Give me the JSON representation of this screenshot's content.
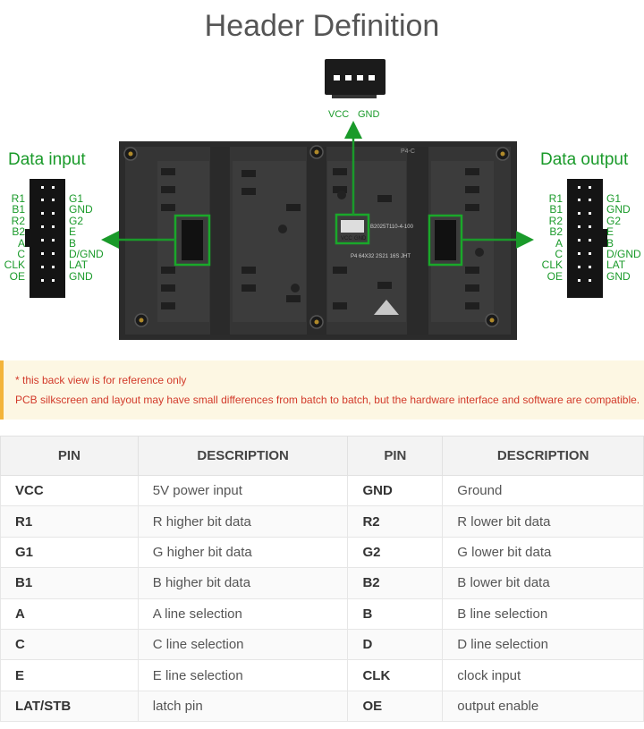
{
  "title": "Header Definition",
  "power_header": {
    "vcc": "VCC",
    "gnd": "GND"
  },
  "data_input": {
    "label": "Data input",
    "left_pins": [
      "R1",
      "B1",
      "R2",
      "B2",
      "A",
      "C",
      "CLK",
      "OE"
    ],
    "right_pins": [
      "G1",
      "GND",
      "G2",
      "E",
      "B",
      "D/GND",
      "LAT",
      "GND"
    ]
  },
  "data_output": {
    "label": "Data output",
    "left_pins": [
      "R1",
      "B1",
      "R2",
      "B2",
      "A",
      "C",
      "CLK",
      "OE"
    ],
    "right_pins": [
      "G1",
      "GND",
      "G2",
      "E",
      "B",
      "D/GND",
      "LAT",
      "GND"
    ]
  },
  "board": {
    "silk_model": "P4 64X32 2S21 16S JHT",
    "silk_code": "B2025T110-4-100",
    "silk_corner": "P4-C",
    "silk_vcc": "VCC",
    "silk_gnd": "GND"
  },
  "colors": {
    "accent_green": "#1a9a2a",
    "notice_red": "#d23a2a",
    "notice_bar": "#f3b43a"
  },
  "notice": {
    "line1": "* this back view is for reference only",
    "line2": "PCB silkscreen and layout may have small differences from batch to batch, but the hardware interface and software are compatible."
  },
  "table": {
    "headers": [
      "PIN",
      "DESCRIPTION",
      "PIN",
      "DESCRIPTION"
    ],
    "rows": [
      [
        "VCC",
        "5V power input",
        "GND",
        "Ground"
      ],
      [
        "R1",
        "R higher bit data",
        "R2",
        "R lower bit data"
      ],
      [
        "G1",
        "G higher bit data",
        "G2",
        "G lower bit data"
      ],
      [
        "B1",
        "B higher bit data",
        "B2",
        "B lower bit data"
      ],
      [
        "A",
        "A line selection",
        "B",
        "B line selection"
      ],
      [
        "C",
        "C line selection",
        "D",
        "D line selection"
      ],
      [
        "E",
        "E line selection",
        "CLK",
        "clock input"
      ],
      [
        "LAT/STB",
        "latch pin",
        "OE",
        "output enable"
      ]
    ]
  }
}
